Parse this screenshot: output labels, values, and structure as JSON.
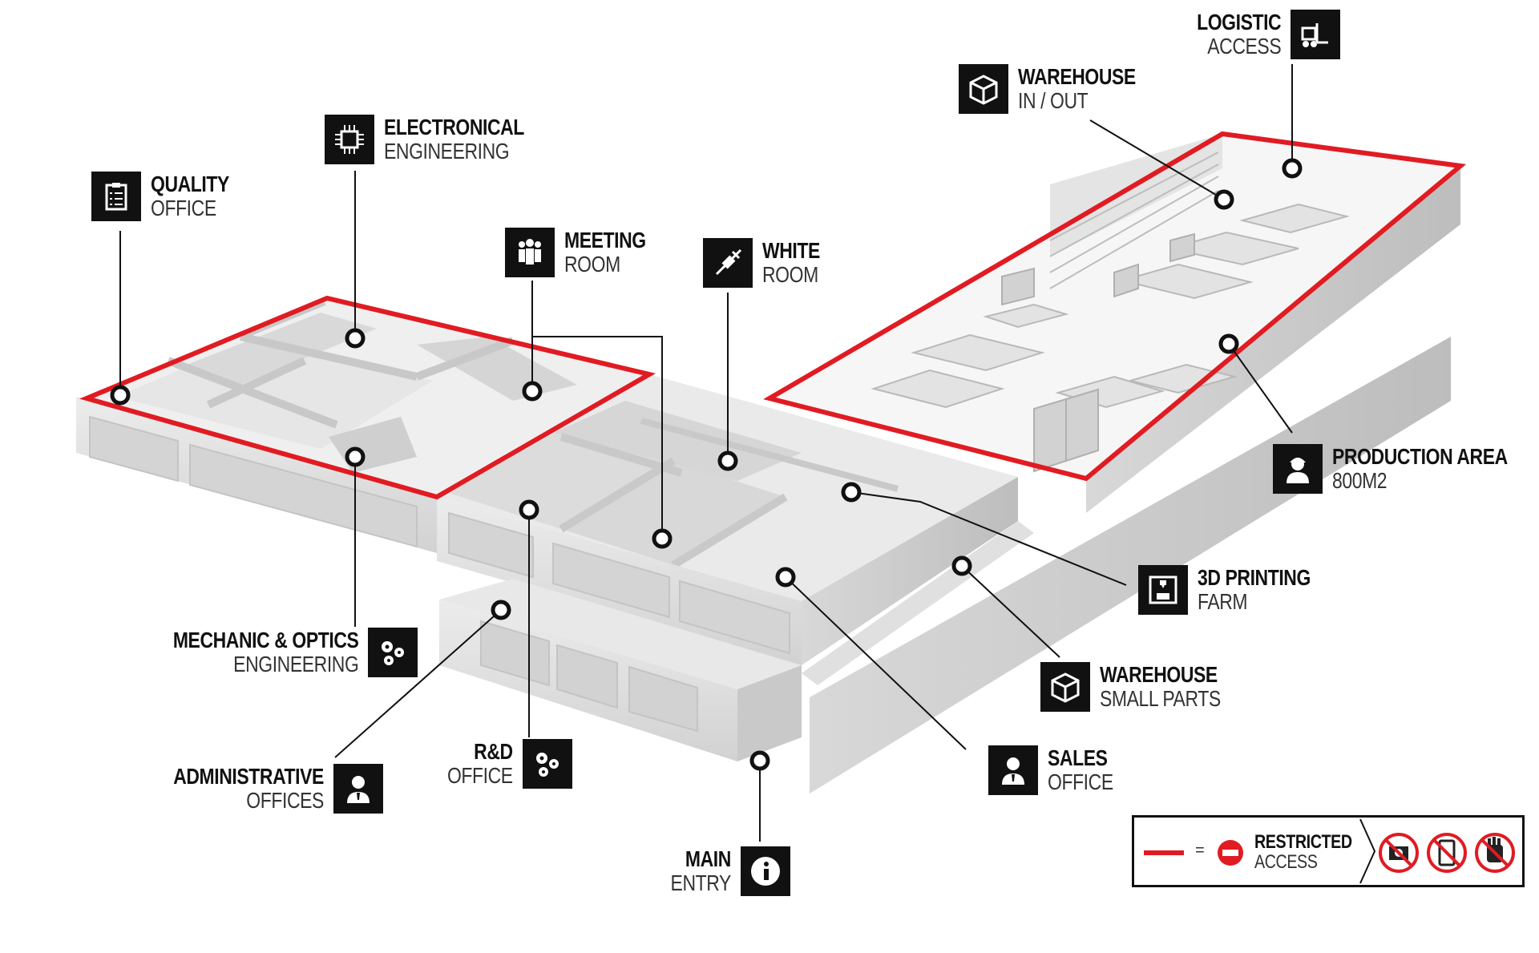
{
  "labels": {
    "logistic": {
      "title": "LOGISTIC",
      "subtitle": "ACCESS",
      "icon": "forklift-icon"
    },
    "warehouse_inout": {
      "title": "WAREHOUSE",
      "subtitle": "IN / OUT",
      "icon": "package-box-icon"
    },
    "electronical": {
      "title": "ELECTRONICAL",
      "subtitle": "ENGINEERING",
      "icon": "microchip-icon"
    },
    "quality": {
      "title": "QUALITY",
      "subtitle": "OFFICE",
      "icon": "clipboard-checklist-icon"
    },
    "meeting": {
      "title": "MEETING",
      "subtitle": "ROOM",
      "icon": "people-group-icon"
    },
    "white_room": {
      "title": "WHITE",
      "subtitle": "ROOM",
      "icon": "syringe-icon"
    },
    "production": {
      "title": "PRODUCTION AREA",
      "subtitle": "800M2",
      "icon": "worker-icon"
    },
    "printing": {
      "title": "3D PRINTING",
      "subtitle": "FARM",
      "icon": "3d-printer-icon"
    },
    "warehouse_small": {
      "title": "WAREHOUSE",
      "subtitle": "SMALL PARTS",
      "icon": "package-box-icon"
    },
    "sales": {
      "title": "SALES",
      "subtitle": "OFFICE",
      "icon": "businessman-icon"
    },
    "main_entry": {
      "title": "MAIN",
      "subtitle": "ENTRY",
      "icon": "info-icon"
    },
    "rnd": {
      "title": "R&D",
      "subtitle": "OFFICE",
      "icon": "gears-icon"
    },
    "administrative": {
      "title": "ADMINISTRATIVE",
      "subtitle": "OFFICES",
      "icon": "businessman-icon"
    },
    "mechanic": {
      "title": "MECHANIC & OPTICS",
      "subtitle": "ENGINEERING",
      "icon": "gears-icon"
    }
  },
  "legend": {
    "equals": "=",
    "title": "RESTRICTED",
    "subtitle": "ACCESS",
    "icons": [
      "no-camera-icon",
      "no-phone-icon",
      "no-touch-icon"
    ]
  },
  "colors": {
    "restricted": "#e11b22",
    "icon_bg": "#111111",
    "building_wall": "#dedede",
    "building_floor": "#f4f4f4"
  }
}
